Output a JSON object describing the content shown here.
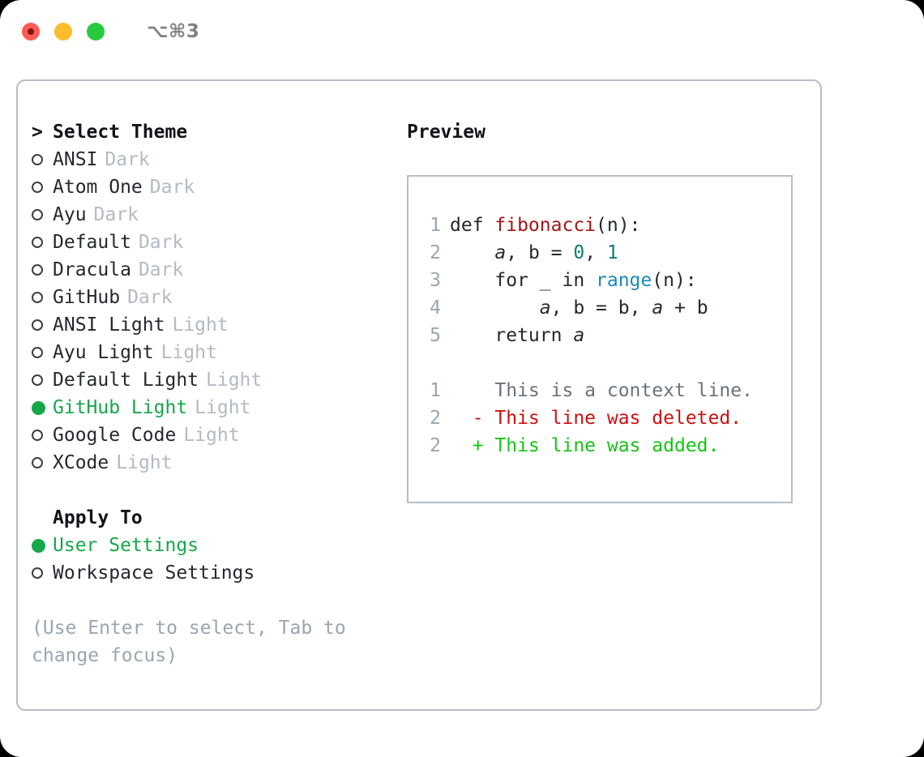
{
  "titlebar": {
    "shortcut": "⌥⌘3",
    "lights": [
      {
        "name": "close",
        "color": "#fd5b53"
      },
      {
        "name": "minimize",
        "color": "#fdbc2d"
      },
      {
        "name": "zoom",
        "color": "#27ca3f"
      }
    ]
  },
  "theme_section": {
    "caret": ">",
    "header": "Select Theme",
    "options": [
      {
        "label": "ANSI",
        "tag": "Dark",
        "selected": false
      },
      {
        "label": "Atom One",
        "tag": "Dark",
        "selected": false
      },
      {
        "label": "Ayu",
        "tag": "Dark",
        "selected": false
      },
      {
        "label": "Default",
        "tag": "Dark",
        "selected": false
      },
      {
        "label": "Dracula",
        "tag": "Dark",
        "selected": false
      },
      {
        "label": "GitHub",
        "tag": "Dark",
        "selected": false
      },
      {
        "label": "ANSI Light",
        "tag": "Light",
        "selected": false
      },
      {
        "label": "Ayu Light",
        "tag": "Light",
        "selected": false
      },
      {
        "label": "Default Light",
        "tag": "Light",
        "selected": false
      },
      {
        "label": "GitHub Light",
        "tag": "Light",
        "selected": true
      },
      {
        "label": "Google Code",
        "tag": "Light",
        "selected": false
      },
      {
        "label": "XCode",
        "tag": "Light",
        "selected": false
      }
    ]
  },
  "apply_section": {
    "header": "Apply To",
    "options": [
      {
        "label": "User Settings",
        "selected": true
      },
      {
        "label": "Workspace Settings",
        "selected": false
      }
    ]
  },
  "hint": "(Use Enter to select, Tab to change focus)",
  "preview": {
    "title": "Preview",
    "code_lines": [
      {
        "number": "1",
        "tokens": [
          {
            "text": "def ",
            "style": "plain"
          },
          {
            "text": "fibonacci",
            "style": "fn"
          },
          {
            "text": "(n):",
            "style": "plain"
          }
        ]
      },
      {
        "number": "2",
        "tokens": [
          {
            "text": "    ",
            "style": "plain"
          },
          {
            "text": "a",
            "style": "var"
          },
          {
            "text": ", ",
            "style": "plain"
          },
          {
            "text": "b",
            "style": "plain"
          },
          {
            "text": " = ",
            "style": "plain"
          },
          {
            "text": "0",
            "style": "num"
          },
          {
            "text": ", ",
            "style": "plain"
          },
          {
            "text": "1",
            "style": "num"
          }
        ]
      },
      {
        "number": "3",
        "tokens": [
          {
            "text": "    for _ in ",
            "style": "plain"
          },
          {
            "text": "range",
            "style": "call"
          },
          {
            "text": "(n):",
            "style": "plain"
          }
        ]
      },
      {
        "number": "4",
        "tokens": [
          {
            "text": "        ",
            "style": "plain"
          },
          {
            "text": "a",
            "style": "var"
          },
          {
            "text": ", ",
            "style": "plain"
          },
          {
            "text": "b",
            "style": "plain"
          },
          {
            "text": " = ",
            "style": "plain"
          },
          {
            "text": "b",
            "style": "plain"
          },
          {
            "text": ", ",
            "style": "plain"
          },
          {
            "text": "a",
            "style": "var"
          },
          {
            "text": " + ",
            "style": "plain"
          },
          {
            "text": "b",
            "style": "plain"
          }
        ]
      },
      {
        "number": "5",
        "tokens": [
          {
            "text": "    return ",
            "style": "plain"
          },
          {
            "text": "a",
            "style": "var"
          }
        ]
      }
    ],
    "diff_lines": [
      {
        "number": "1",
        "sign": " ",
        "text": "This is a context line.",
        "kind": "ctx"
      },
      {
        "number": "2",
        "sign": "-",
        "text": "This line was deleted.",
        "kind": "del"
      },
      {
        "number": "2",
        "sign": "+",
        "text": "This line was added.",
        "kind": "add"
      }
    ]
  },
  "colors": {
    "accent_green": "#16a74a",
    "muted": "#b3bac4",
    "hint": "#9aa5b1",
    "border": "#b6bec9",
    "fn_red": "#a31515",
    "num_teal": "#0d7d74",
    "call_blue": "#1b8ab8",
    "diff_del": "#cc1111",
    "diff_add": "#14c414",
    "diff_ctx": "#6a737d"
  }
}
